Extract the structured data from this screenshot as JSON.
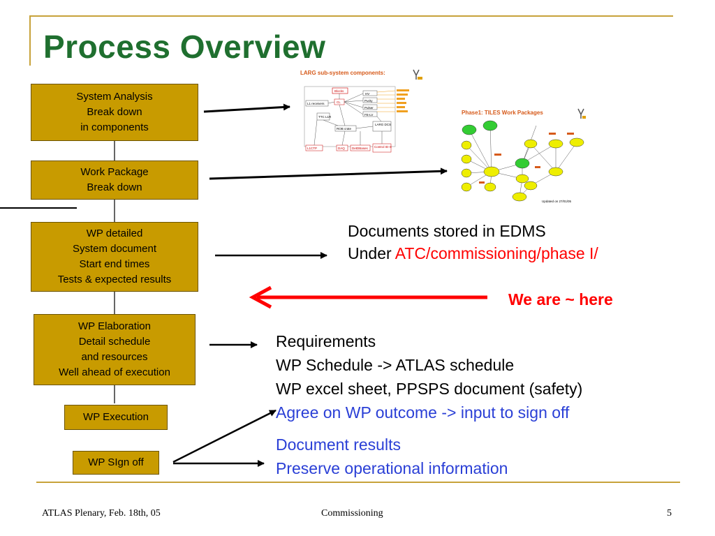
{
  "title": "Process Overview",
  "boxes": [
    {
      "lines": [
        "System Analysis",
        "Break down",
        "in components"
      ]
    },
    {
      "lines": [
        "Work Package",
        "Break down"
      ]
    },
    {
      "lines": [
        "WP detailed",
        "System document",
        "Start end times",
        "Tests & expected results"
      ]
    },
    {
      "lines": [
        "WP Elaboration",
        "Detail schedule",
        "and resources",
        "Well ahead of execution"
      ]
    },
    {
      "lines": [
        "WP Execution"
      ]
    },
    {
      "lines": [
        "WP SIgn off"
      ]
    }
  ],
  "larg": {
    "title": "LARG sub-system components:",
    "left_labels": [
      "L1 receivers",
      "TTC L1R"
    ],
    "mid_labels": [
      "Blocks",
      "CL",
      "ROB crate"
    ],
    "right_labels": [
      "HV",
      "Purity",
      "Pulser",
      "FE-LV",
      "LARG DCS"
    ],
    "bottom_labels": [
      "L1CTP",
      "DAQ",
      "DetDBases",
      "Control ID-S"
    ]
  },
  "tiles": {
    "title": "Phase1: TILES  Work Packages",
    "updated": "Updated on 27/01/05"
  },
  "edms": {
    "line1": "Documents stored in EDMS",
    "line2_prefix": "Under ",
    "line2_path": "ATC/commissioning/phase I/"
  },
  "here_label": "We are ~ here",
  "requirements": {
    "black": [
      "Requirements",
      "WP Schedule -> ATLAS schedule",
      "WP excel sheet, PPSPS document (safety)"
    ],
    "blue": [
      "Agree on WP outcome -> input to sign off"
    ]
  },
  "results": [
    "Document results",
    "Preserve operational information"
  ],
  "footer": {
    "left": "ATLAS Plenary, Feb. 18th, 05",
    "center": "Commissioning",
    "page": "5"
  },
  "colors": {
    "title": "#1f6f2f",
    "box": "#c89b00",
    "rule": "#c7a23a",
    "blue_text": "#2a3fd6",
    "red": "#ff0000"
  }
}
